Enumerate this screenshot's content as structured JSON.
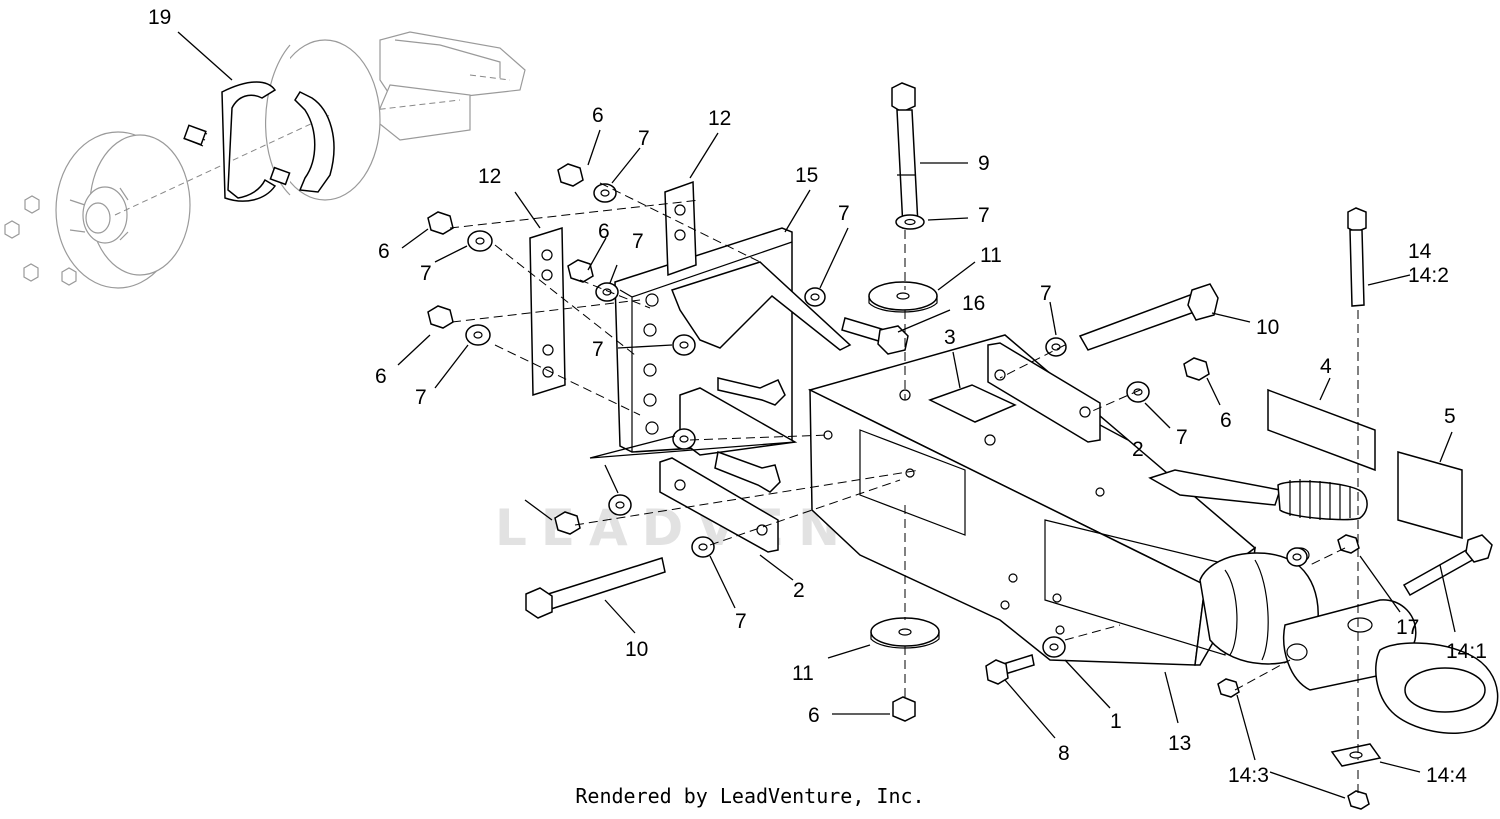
{
  "footer": "Rendered by LeadVenture, Inc.",
  "watermark": "LEADVENTURE",
  "callouts": [
    "19",
    "6",
    "7",
    "12",
    "12",
    "15",
    "9",
    "7",
    "11",
    "6",
    "7",
    "7",
    "6",
    "7",
    "16",
    "7",
    "3",
    "10",
    "14",
    "14:2",
    "7",
    "2",
    "7",
    "6",
    "4",
    "5",
    "6",
    "7",
    "2",
    "10",
    "7",
    "11",
    "6",
    "8",
    "1",
    "13",
    "17",
    "14:1",
    "14:3",
    "14:4"
  ]
}
